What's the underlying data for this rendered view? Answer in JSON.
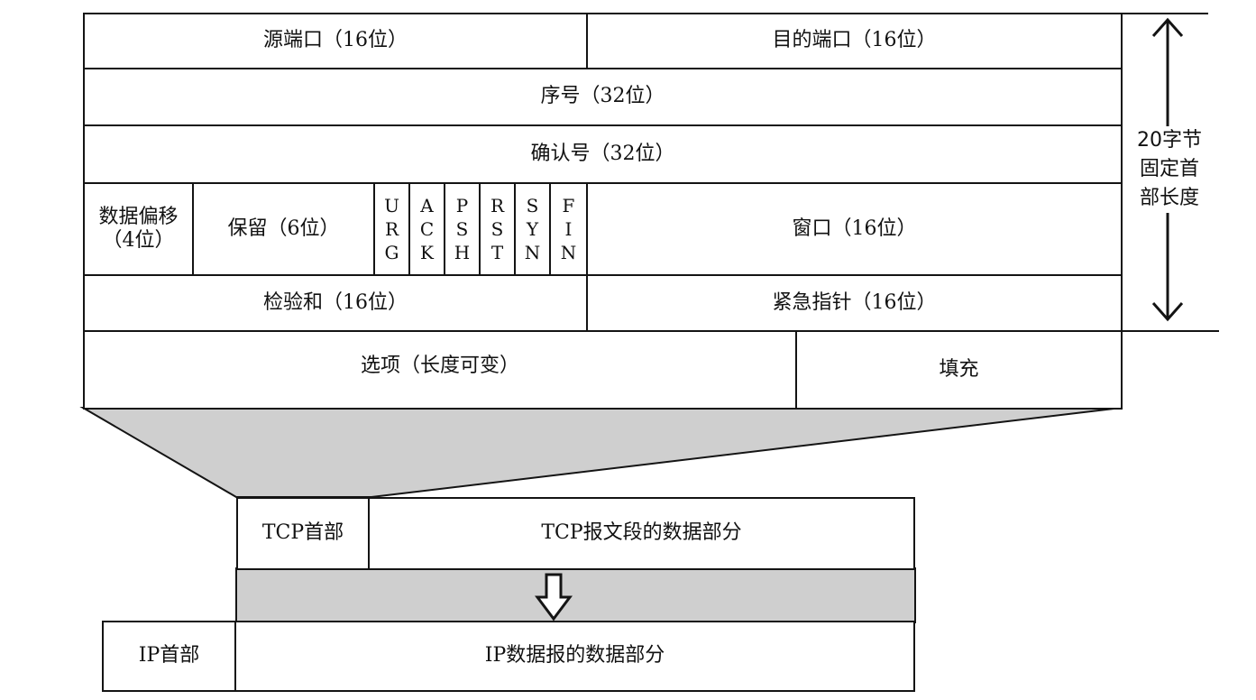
{
  "tcp_header": {
    "row1": {
      "source_port": "源端口（16位）",
      "dest_port": "目的端口（16位）"
    },
    "row2": {
      "seq": "序号（32位）"
    },
    "row3": {
      "ack": "确认号（32位）"
    },
    "row4": {
      "data_offset_line1": "数据偏移",
      "data_offset_line2": "（4位）",
      "reserved": "保留（6位）",
      "flags": [
        {
          "letters": [
            "U",
            "R",
            "G"
          ]
        },
        {
          "letters": [
            "A",
            "C",
            "K"
          ]
        },
        {
          "letters": [
            "P",
            "S",
            "H"
          ]
        },
        {
          "letters": [
            "R",
            "S",
            "T"
          ]
        },
        {
          "letters": [
            "S",
            "Y",
            "N"
          ]
        },
        {
          "letters": [
            "F",
            "I",
            "N"
          ]
        }
      ],
      "window": "窗口（16位）"
    },
    "row5": {
      "checksum": "检验和（16位）",
      "urgent_pointer": "紧急指针（16位）"
    },
    "row6": {
      "options": "选项（长度可变）",
      "padding": "填充"
    }
  },
  "fixed_length_label": {
    "line1": "20字节",
    "line2": "固定首",
    "line3": "部长度"
  },
  "tcp_segment": {
    "header": "TCP首部",
    "data": "TCP报文段的数据部分"
  },
  "ip_datagram": {
    "header": "IP首部",
    "data": "IP数据报的数据部分"
  },
  "colors": {
    "line": "#141414",
    "shade": "#cfcfcf",
    "background": "#ffffff"
  },
  "icons": {
    "vertical_span": "double-headed-arrow-icon",
    "encapsulation": "down-arrow-icon"
  }
}
